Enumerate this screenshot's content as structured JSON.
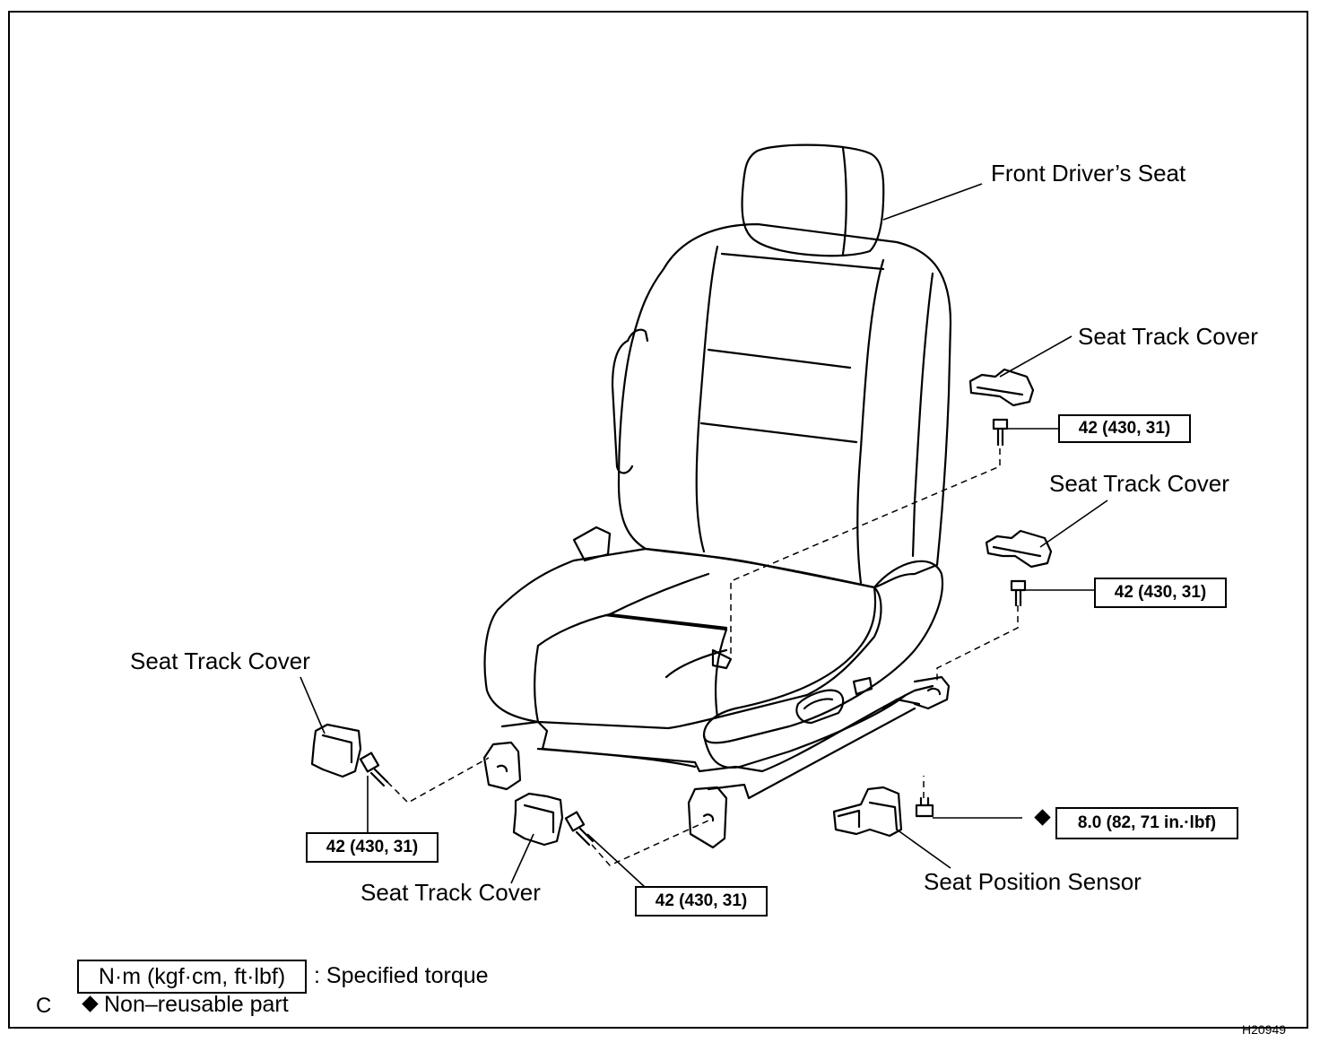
{
  "callouts": {
    "front_drivers_seat": "Front Driver’s Seat",
    "seat_track_cover_upper_right": "Seat Track Cover",
    "seat_track_cover_mid_right": "Seat Track Cover",
    "seat_track_cover_left": "Seat Track Cover",
    "seat_track_cover_bottom": "Seat Track Cover",
    "seat_position_sensor": "Seat Position Sensor"
  },
  "torque_specs": {
    "upper_right": "42 (430, 31)",
    "mid_right": "42 (430, 31)",
    "left": "42 (430, 31)",
    "bottom": "42 (430, 31)",
    "sensor": "8.0 (82, 71 in.·lbf)"
  },
  "legend": {
    "unit_box": "N·m (kgf·cm, ft·lbf)",
    "unit_desc": ": Specified torque",
    "non_reusable": "Non–reusable part",
    "corner_letter": "C"
  },
  "figure_id": "H20949",
  "icons": {
    "non_reusable_marker": "diamond-icon"
  }
}
